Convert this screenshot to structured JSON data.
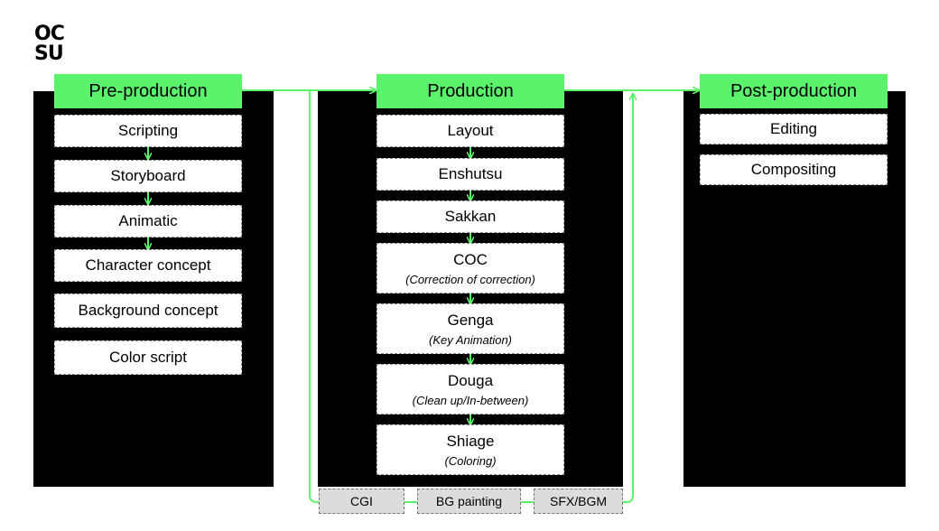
{
  "logo": {
    "line1": "OC",
    "line2": "SU"
  },
  "stages": {
    "pre": {
      "title": "Pre-production",
      "steps": [
        "Scripting",
        "Storyboard",
        "Animatic",
        "Character concept",
        "Background concept",
        "Color script"
      ]
    },
    "production": {
      "title": "Production",
      "steps": [
        {
          "label": "Layout",
          "sub": ""
        },
        {
          "label": "Enshutsu",
          "sub": ""
        },
        {
          "label": "Sakkan",
          "sub": ""
        },
        {
          "label": "COC",
          "sub": "(Correction of correction)"
        },
        {
          "label": "Genga",
          "sub": "(Key Animation)"
        },
        {
          "label": "Douga",
          "sub": "(Clean up/In-between)"
        },
        {
          "label": "Shiage",
          "sub": "(Coloring)"
        }
      ],
      "extras": [
        "CGI",
        "BG painting",
        "SFX/BGM"
      ]
    },
    "post": {
      "title": "Post-production",
      "steps": [
        "Editing",
        "Compositing"
      ]
    }
  },
  "colors": {
    "accent": "#5cf36c",
    "panel": "#000000",
    "extra": "#dcdcdc"
  }
}
